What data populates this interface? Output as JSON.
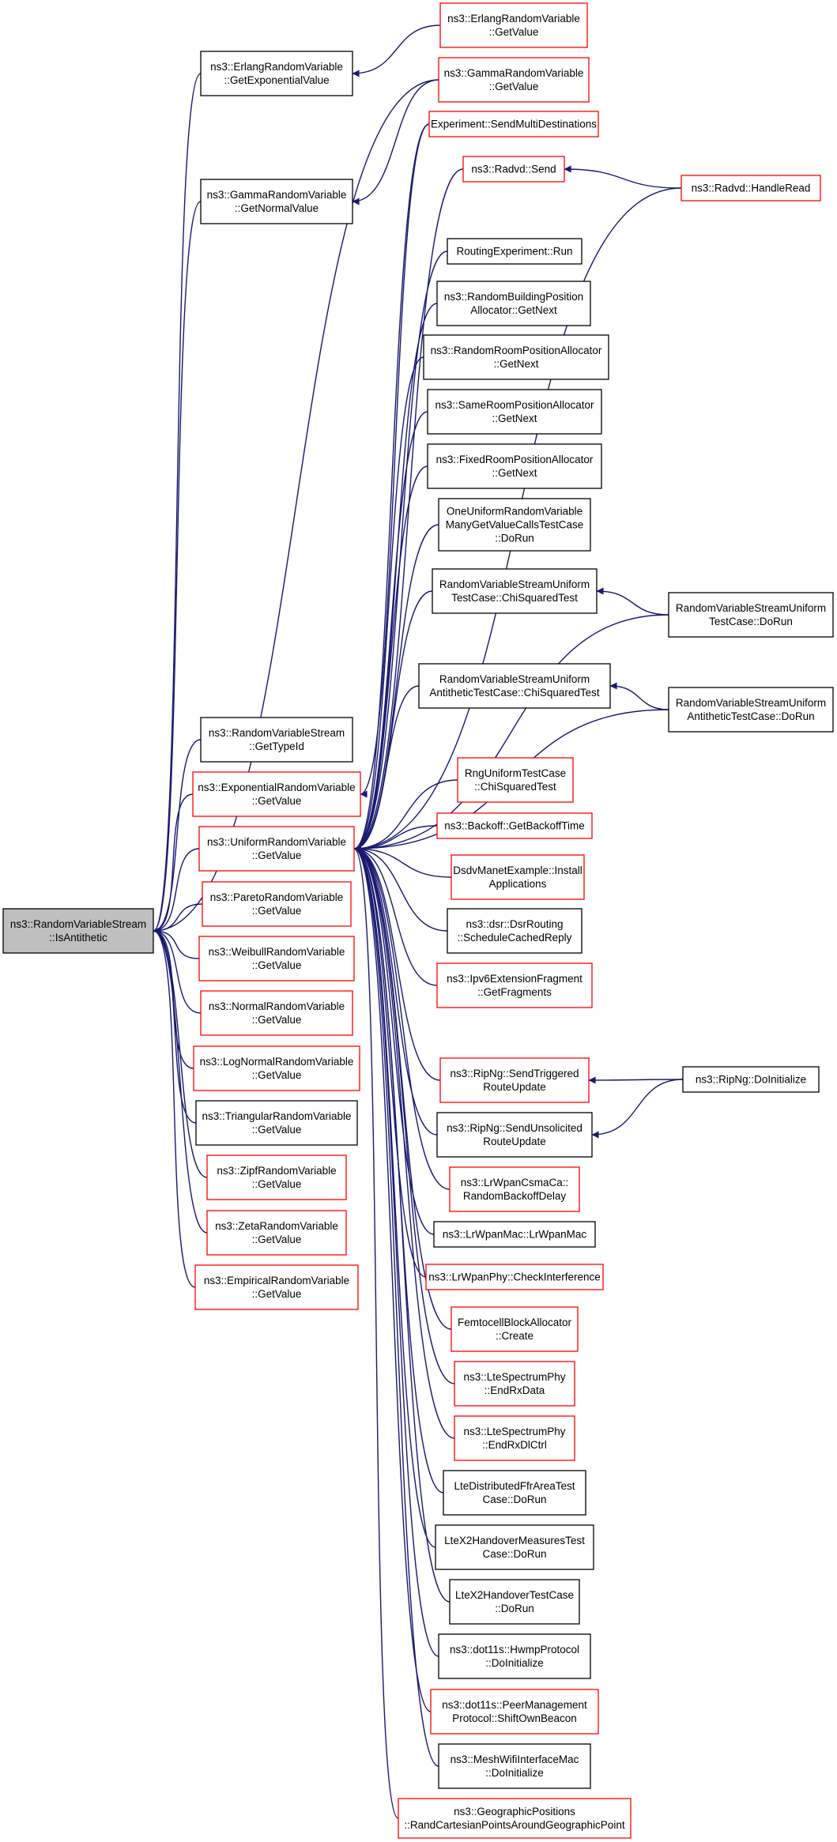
{
  "graph": {
    "colors": {
      "edge": "#191970",
      "border_documented": "#000000",
      "border_undocumented": "#ff0000",
      "root_fill": "#bfbfbf",
      "node_fill": "#ffffff"
    },
    "root": {
      "id": "root",
      "lines": [
        "ns3::RandomVariableStream",
        "::IsAntithetic"
      ]
    },
    "nodes": [
      {
        "id": "erlang_exp",
        "lines": [
          "ns3::ErlangRandomVariable",
          "::GetExponentialValue"
        ],
        "red": false
      },
      {
        "id": "gamma_norm",
        "lines": [
          "ns3::GammaRandomVariable",
          "::GetNormalValue"
        ],
        "red": false
      },
      {
        "id": "rvs_typeid",
        "lines": [
          "ns3::RandomVariableStream",
          "::GetTypeId"
        ],
        "red": false
      },
      {
        "id": "exp_val",
        "lines": [
          "ns3::ExponentialRandomVariable",
          "::GetValue"
        ],
        "red": true
      },
      {
        "id": "uni_val",
        "lines": [
          "ns3::UniformRandomVariable",
          "::GetValue"
        ],
        "red": true
      },
      {
        "id": "pareto_val",
        "lines": [
          "ns3::ParetoRandomVariable",
          "::GetValue"
        ],
        "red": true
      },
      {
        "id": "weibull_val",
        "lines": [
          "ns3::WeibullRandomVariable",
          "::GetValue"
        ],
        "red": true
      },
      {
        "id": "normal_val",
        "lines": [
          "ns3::NormalRandomVariable",
          "::GetValue"
        ],
        "red": true
      },
      {
        "id": "lognormal_val",
        "lines": [
          "ns3::LogNormalRandomVariable",
          "::GetValue"
        ],
        "red": true
      },
      {
        "id": "tri_val",
        "lines": [
          "ns3::TriangularRandomVariable",
          "::GetValue"
        ],
        "red": false
      },
      {
        "id": "zipf_val",
        "lines": [
          "ns3::ZipfRandomVariable",
          "::GetValue"
        ],
        "red": true
      },
      {
        "id": "zeta_val",
        "lines": [
          "ns3::ZetaRandomVariable",
          "::GetValue"
        ],
        "red": true
      },
      {
        "id": "emp_val",
        "lines": [
          "ns3::EmpiricalRandomVariable",
          "::GetValue"
        ],
        "red": true
      },
      {
        "id": "erlang_val",
        "lines": [
          "ns3::ErlangRandomVariable",
          "::GetValue"
        ],
        "red": true
      },
      {
        "id": "gamma_val",
        "lines": [
          "ns3::GammaRandomVariable",
          "::GetValue"
        ],
        "red": true
      },
      {
        "id": "exp_multi",
        "lines": [
          "Experiment::SendMultiDestinations"
        ],
        "red": true
      },
      {
        "id": "radvd_send",
        "lines": [
          "ns3::Radvd::Send"
        ],
        "red": true
      },
      {
        "id": "routing_run",
        "lines": [
          "RoutingExperiment::Run"
        ],
        "red": false
      },
      {
        "id": "rbpa",
        "lines": [
          "ns3::RandomBuildingPosition",
          "Allocator::GetNext"
        ],
        "red": false
      },
      {
        "id": "rrpa",
        "lines": [
          "ns3::RandomRoomPositionAllocator",
          "::GetNext"
        ],
        "red": false
      },
      {
        "id": "srpa",
        "lines": [
          "ns3::SameRoomPositionAllocator",
          "::GetNext"
        ],
        "red": false
      },
      {
        "id": "frpa",
        "lines": [
          "ns3::FixedRoomPositionAllocator",
          "::GetNext"
        ],
        "red": false
      },
      {
        "id": "one_uni",
        "lines": [
          "OneUniformRandomVariable",
          "ManyGetValueCallsTestCase",
          "::DoRun"
        ],
        "red": false
      },
      {
        "id": "rvsu_chi",
        "lines": [
          "RandomVariableStreamUniform",
          "TestCase::ChiSquaredTest"
        ],
        "red": false
      },
      {
        "id": "rvsua_chi",
        "lines": [
          "RandomVariableStreamUniform",
          "AntitheticTestCase::ChiSquaredTest"
        ],
        "red": false
      },
      {
        "id": "rng_chi",
        "lines": [
          "RngUniformTestCase",
          "::ChiSquaredTest"
        ],
        "red": true
      },
      {
        "id": "backoff",
        "lines": [
          "ns3::Backoff::GetBackoffTime"
        ],
        "red": true
      },
      {
        "id": "dsdv",
        "lines": [
          "DsdvManetExample::Install",
          "Applications"
        ],
        "red": true
      },
      {
        "id": "dsr",
        "lines": [
          "ns3::dsr::DsrRouting",
          "::ScheduleCachedReply"
        ],
        "red": false
      },
      {
        "id": "ipv6frag",
        "lines": [
          "ns3::Ipv6ExtensionFragment",
          "::GetFragments"
        ],
        "red": true
      },
      {
        "id": "ripng_trig",
        "lines": [
          "ns3::RipNg::SendTriggered",
          "RouteUpdate"
        ],
        "red": true
      },
      {
        "id": "ripng_unsol",
        "lines": [
          "ns3::RipNg::SendUnsolicited",
          "RouteUpdate"
        ],
        "red": false
      },
      {
        "id": "lrwpan_csma",
        "lines": [
          "ns3::LrWpanCsmaCa::",
          "RandomBackoffDelay"
        ],
        "red": true
      },
      {
        "id": "lrwpan_mac",
        "lines": [
          "ns3::LrWpanMac::LrWpanMac"
        ],
        "red": false
      },
      {
        "id": "lrwpan_phy",
        "lines": [
          "ns3::LrWpanPhy::CheckInterference"
        ],
        "red": true
      },
      {
        "id": "femto",
        "lines": [
          "FemtocellBlockAllocator",
          "::Create"
        ],
        "red": true
      },
      {
        "id": "lte_rxdata",
        "lines": [
          "ns3::LteSpectrumPhy",
          "::EndRxData"
        ],
        "red": true
      },
      {
        "id": "lte_rxdl",
        "lines": [
          "ns3::LteSpectrumPhy",
          "::EndRxDlCtrl"
        ],
        "red": true
      },
      {
        "id": "lte_ffr",
        "lines": [
          "LteDistributedFfrAreaTest",
          "Case::DoRun"
        ],
        "red": false
      },
      {
        "id": "ltex2_meas",
        "lines": [
          "LteX2HandoverMeasuresTest",
          "Case::DoRun"
        ],
        "red": false
      },
      {
        "id": "ltex2_ho",
        "lines": [
          "LteX2HandoverTestCase",
          "::DoRun"
        ],
        "red": false
      },
      {
        "id": "hwmp",
        "lines": [
          "ns3::dot11s::HwmpProtocol",
          "::DoInitialize"
        ],
        "red": false
      },
      {
        "id": "peer_mgmt",
        "lines": [
          "ns3::dot11s::PeerManagement",
          "Protocol::ShiftOwnBeacon"
        ],
        "red": true
      },
      {
        "id": "mesh_wifi",
        "lines": [
          "ns3::MeshWifiInterfaceMac",
          "::DoInitialize"
        ],
        "red": false
      },
      {
        "id": "geo_pos",
        "lines": [
          "ns3::GeographicPositions",
          "::RandCartesianPointsAroundGeographicPoint"
        ],
        "red": true
      },
      {
        "id": "radvd_read",
        "lines": [
          "ns3::Radvd::HandleRead"
        ],
        "red": true
      },
      {
        "id": "rvsu_run",
        "lines": [
          "RandomVariableStreamUniform",
          "TestCase::DoRun"
        ],
        "red": false
      },
      {
        "id": "rvsua_run",
        "lines": [
          "RandomVariableStreamUniform",
          "AntitheticTestCase::DoRun"
        ],
        "red": false
      },
      {
        "id": "ripng_init",
        "lines": [
          "ns3::RipNg::DoInitialize"
        ],
        "red": false
      }
    ],
    "edges": [
      {
        "from": "erlang_exp",
        "to": "root"
      },
      {
        "from": "gamma_norm",
        "to": "root"
      },
      {
        "from": "rvs_typeid",
        "to": "root"
      },
      {
        "from": "exp_val",
        "to": "root"
      },
      {
        "from": "uni_val",
        "to": "root"
      },
      {
        "from": "pareto_val",
        "to": "root"
      },
      {
        "from": "weibull_val",
        "to": "root"
      },
      {
        "from": "normal_val",
        "to": "root"
      },
      {
        "from": "lognormal_val",
        "to": "root"
      },
      {
        "from": "tri_val",
        "to": "root"
      },
      {
        "from": "zipf_val",
        "to": "root"
      },
      {
        "from": "zeta_val",
        "to": "root"
      },
      {
        "from": "emp_val",
        "to": "root"
      },
      {
        "from": "gamma_val",
        "to": "root"
      },
      {
        "from": "erlang_val",
        "to": "erlang_exp"
      },
      {
        "from": "gamma_val",
        "to": "gamma_norm"
      },
      {
        "from": "exp_multi",
        "to": "exp_val"
      },
      {
        "from": "exp_multi",
        "to": "uni_val"
      },
      {
        "from": "radvd_send",
        "to": "uni_val"
      },
      {
        "from": "routing_run",
        "to": "uni_val"
      },
      {
        "from": "rbpa",
        "to": "uni_val"
      },
      {
        "from": "rrpa",
        "to": "uni_val"
      },
      {
        "from": "srpa",
        "to": "uni_val"
      },
      {
        "from": "frpa",
        "to": "uni_val"
      },
      {
        "from": "one_uni",
        "to": "uni_val"
      },
      {
        "from": "rvsu_chi",
        "to": "uni_val"
      },
      {
        "from": "rvsua_chi",
        "to": "uni_val"
      },
      {
        "from": "rng_chi",
        "to": "uni_val"
      },
      {
        "from": "backoff",
        "to": "uni_val"
      },
      {
        "from": "dsdv",
        "to": "uni_val"
      },
      {
        "from": "dsr",
        "to": "uni_val"
      },
      {
        "from": "ipv6frag",
        "to": "uni_val"
      },
      {
        "from": "ripng_trig",
        "to": "uni_val"
      },
      {
        "from": "ripng_unsol",
        "to": "uni_val"
      },
      {
        "from": "lrwpan_csma",
        "to": "uni_val"
      },
      {
        "from": "lrwpan_mac",
        "to": "uni_val"
      },
      {
        "from": "lrwpan_phy",
        "to": "uni_val"
      },
      {
        "from": "femto",
        "to": "uni_val"
      },
      {
        "from": "lte_rxdata",
        "to": "uni_val"
      },
      {
        "from": "lte_rxdl",
        "to": "uni_val"
      },
      {
        "from": "lte_ffr",
        "to": "uni_val"
      },
      {
        "from": "ltex2_meas",
        "to": "uni_val"
      },
      {
        "from": "ltex2_ho",
        "to": "uni_val"
      },
      {
        "from": "hwmp",
        "to": "uni_val"
      },
      {
        "from": "peer_mgmt",
        "to": "uni_val"
      },
      {
        "from": "mesh_wifi",
        "to": "uni_val"
      },
      {
        "from": "geo_pos",
        "to": "uni_val"
      },
      {
        "from": "radvd_read",
        "to": "radvd_send"
      },
      {
        "from": "radvd_read",
        "to": "uni_val"
      },
      {
        "from": "rvsu_run",
        "to": "rvsu_chi"
      },
      {
        "from": "rvsu_run",
        "to": "uni_val"
      },
      {
        "from": "rvsua_run",
        "to": "rvsua_chi"
      },
      {
        "from": "rvsua_run",
        "to": "uni_val"
      },
      {
        "from": "ripng_init",
        "to": "ripng_trig"
      },
      {
        "from": "ripng_init",
        "to": "ripng_unsol"
      }
    ]
  }
}
